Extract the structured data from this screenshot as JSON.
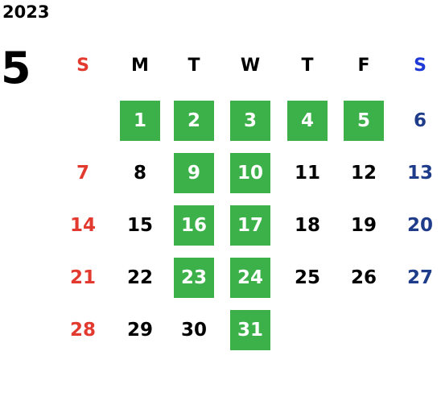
{
  "year": "2023",
  "month": "5",
  "weekdays": [
    "S",
    "M",
    "T",
    "W",
    "T",
    "F",
    "S"
  ],
  "weeks": [
    [
      "",
      "1",
      "2",
      "3",
      "4",
      "5",
      "6"
    ],
    [
      "7",
      "8",
      "9",
      "10",
      "11",
      "12",
      "13"
    ],
    [
      "14",
      "15",
      "16",
      "17",
      "18",
      "19",
      "20"
    ],
    [
      "21",
      "22",
      "23",
      "24",
      "25",
      "26",
      "27"
    ],
    [
      "28",
      "29",
      "30",
      "31",
      "",
      "",
      ""
    ]
  ],
  "highlighted_days": [
    "1",
    "2",
    "3",
    "4",
    "5",
    "9",
    "10",
    "16",
    "17",
    "23",
    "24",
    "31"
  ],
  "colors": {
    "highlight": "#3cb14a",
    "sunday": "#e23a2f",
    "saturday": "#1f3c8a",
    "saturday_header": "#1f3ad6"
  }
}
